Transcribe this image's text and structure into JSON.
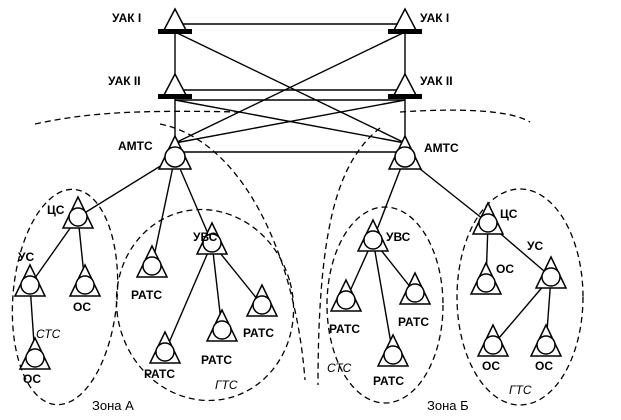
{
  "nodes": {
    "uak1": "УАК I",
    "uak2": "УАК II",
    "amts": "АМТС",
    "cs": "ЦС",
    "us": "УС",
    "os": "ОС",
    "uvs": "УВС",
    "rats": "РАТС"
  },
  "groups": {
    "sts": "СТС",
    "gts": "ГТС"
  },
  "zones": {
    "a": "Зона А",
    "b": "Зона Б"
  }
}
